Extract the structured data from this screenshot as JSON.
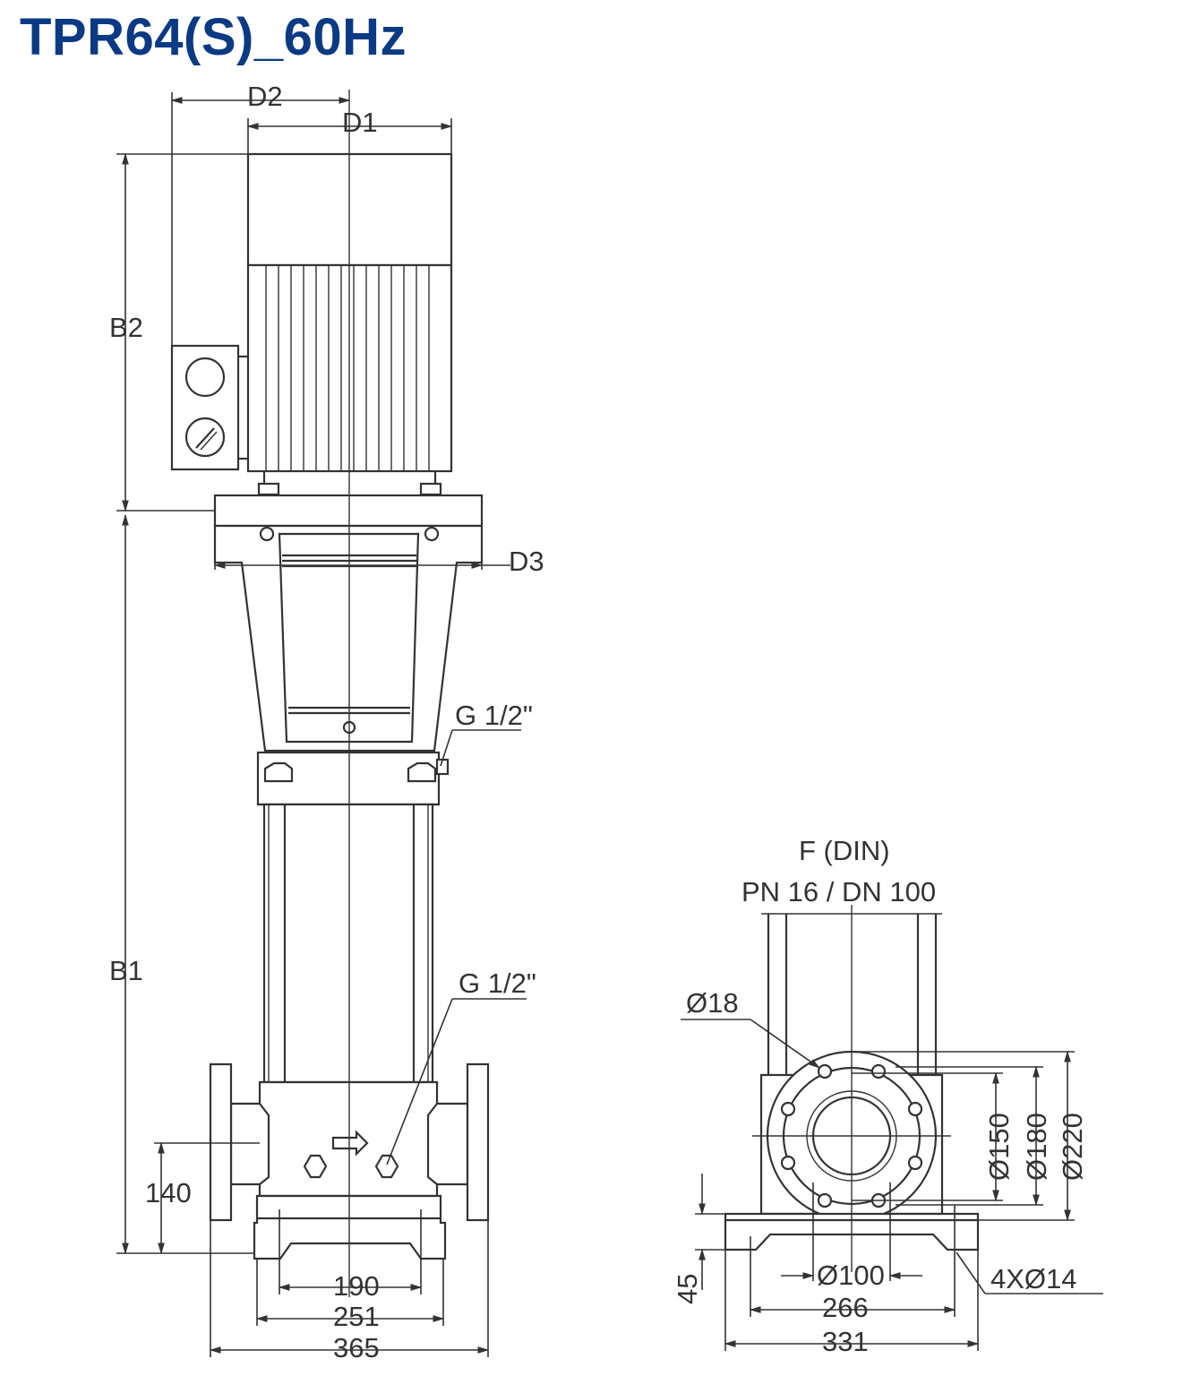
{
  "title": "TPR64(S)_60Hz",
  "colors": {
    "title": "#0a3a84",
    "line": "#333333",
    "background": "#ffffff"
  },
  "front_view": {
    "labels": {
      "d2": "D2",
      "d1": "D1",
      "d3": "D3",
      "b2": "B2",
      "b1": "B1",
      "g_upper": "G 1/2\"",
      "g_lower": "G 1/2\"",
      "h140": "140",
      "w190": "190",
      "w251": "251",
      "w365": "365"
    }
  },
  "side_view": {
    "flange_title": "F (DIN)",
    "flange_spec": "PN 16 / DN 100",
    "labels": {
      "hole18": "Ø18",
      "d150": "Ø150",
      "d180": "Ø180",
      "d220": "Ø220",
      "d100": "Ø100",
      "h45": "45",
      "holes4": "4XØ14",
      "w266": "266",
      "w331": "331"
    }
  }
}
